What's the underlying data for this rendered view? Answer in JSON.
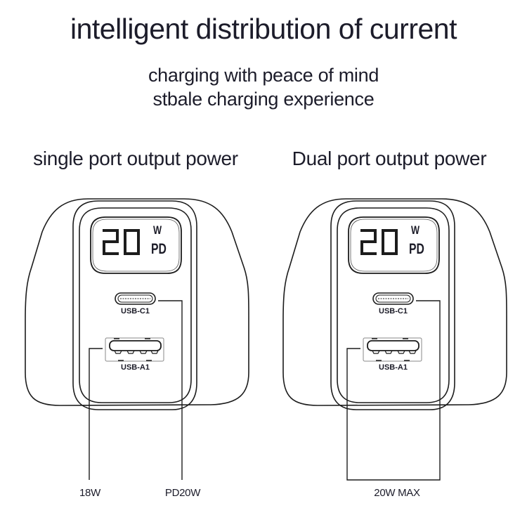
{
  "header": {
    "title": "intelligent distribution of current",
    "subtitle_line1": "charging with peace of mind",
    "subtitle_line2": "stbale charging experience"
  },
  "sections": [
    {
      "heading": "single port output power",
      "charger": {
        "display_digits": "20",
        "display_unit": "W",
        "display_mode": "PD",
        "ports": [
          {
            "name": "USB-C1",
            "type": "usb-c"
          },
          {
            "name": "USB-A1",
            "type": "usb-a"
          }
        ]
      },
      "output_labels": {
        "usb_a": "18W",
        "usb_c": "PD20W"
      }
    },
    {
      "heading": "Dual port output power",
      "charger": {
        "display_digits": "20",
        "display_unit": "W",
        "display_mode": "PD",
        "ports": [
          {
            "name": "USB-C1",
            "type": "usb-c"
          },
          {
            "name": "USB-A1",
            "type": "usb-a"
          }
        ]
      },
      "output_labels": {
        "combined": "20W MAX"
      }
    }
  ],
  "colors": {
    "line": "#1c1c1c",
    "text": "#1c1c2a",
    "background": "#ffffff"
  }
}
